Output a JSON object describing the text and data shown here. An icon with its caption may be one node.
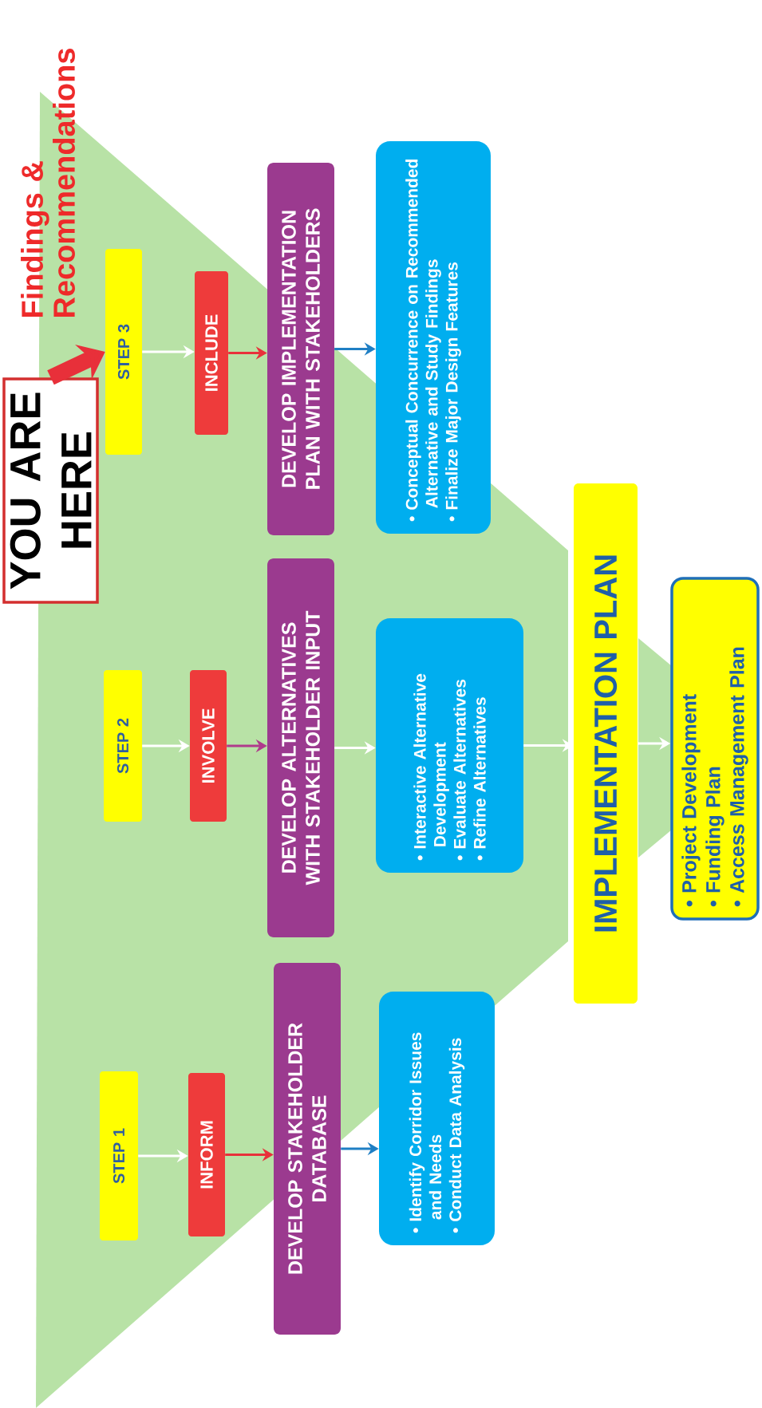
{
  "diagram": {
    "nodes": [
      {
        "text": [
          "STEP 1"
        ]
      },
      {
        "text": [
          "STEP 2"
        ]
      },
      {
        "text": [
          "STEP 3"
        ]
      },
      {
        "text": [
          "INFORM"
        ]
      },
      {
        "text": [
          "INVOLVE"
        ]
      },
      {
        "text": [
          "INCLUDE"
        ]
      },
      {
        "text": [
          "DEVELOP STAKEHOLDER DATABASE"
        ]
      },
      {
        "text": [
          "DEVELOP ALTERNATIVES WITH STAKEHOLDER INPUT"
        ]
      },
      {
        "text": [
          "DEVELOP IMPLEMENTATION PLAN WITH STAKEHOLDERS"
        ]
      },
      {
        "text": [
          "• Identify Corridor Issues and Needs",
          "• Conduct Data Analysis"
        ]
      },
      {
        "text": [
          "• Interactive Alternative Development",
          "• Evaluate Alternatives",
          "• Refine Alternatives"
        ]
      },
      {
        "text": [
          "• Conceptual Concurrence on Recommended Alternative and Study Findings",
          "• Finalize Major Design Features"
        ]
      },
      {
        "text": [
          "IMPLEMENTATION PLAN"
        ]
      },
      {
        "text": [
          "• Project Development",
          "• Funding Plan",
          "• Access Management Plan"
        ]
      },
      {
        "text": [
          "YOU ARE HERE"
        ]
      }
    ],
    "edges": [
      {
        "from": 0,
        "to": 3,
        "arrow": "to"
      },
      {
        "from": 1,
        "to": 4,
        "arrow": "to"
      },
      {
        "from": 2,
        "to": 5,
        "arrow": "to"
      },
      {
        "from": 3,
        "to": 6,
        "arrow": "to",
        "color": "#e8303a"
      },
      {
        "from": 4,
        "to": 7,
        "arrow": "to",
        "color": "#b03a8c"
      },
      {
        "from": 5,
        "to": 8,
        "arrow": "to",
        "color": "#e8303a"
      },
      {
        "from": 6,
        "to": 9,
        "arrow": "to",
        "color": "#1f7fc4"
      },
      {
        "from": 7,
        "to": 10,
        "arrow": "to"
      },
      {
        "from": 8,
        "to": 11,
        "arrow": "to",
        "color": "#1f7fc4"
      },
      {
        "from": 10,
        "to": 12,
        "arrow": "to"
      },
      {
        "from": 12,
        "to": 13,
        "arrow": "to"
      },
      {
        "from": 14,
        "to": 2,
        "arrow": "to",
        "style": "thick",
        "color": "#e8303a"
      }
    ],
    "labels": [
      "Findings & Recommendations"
    ]
  }
}
